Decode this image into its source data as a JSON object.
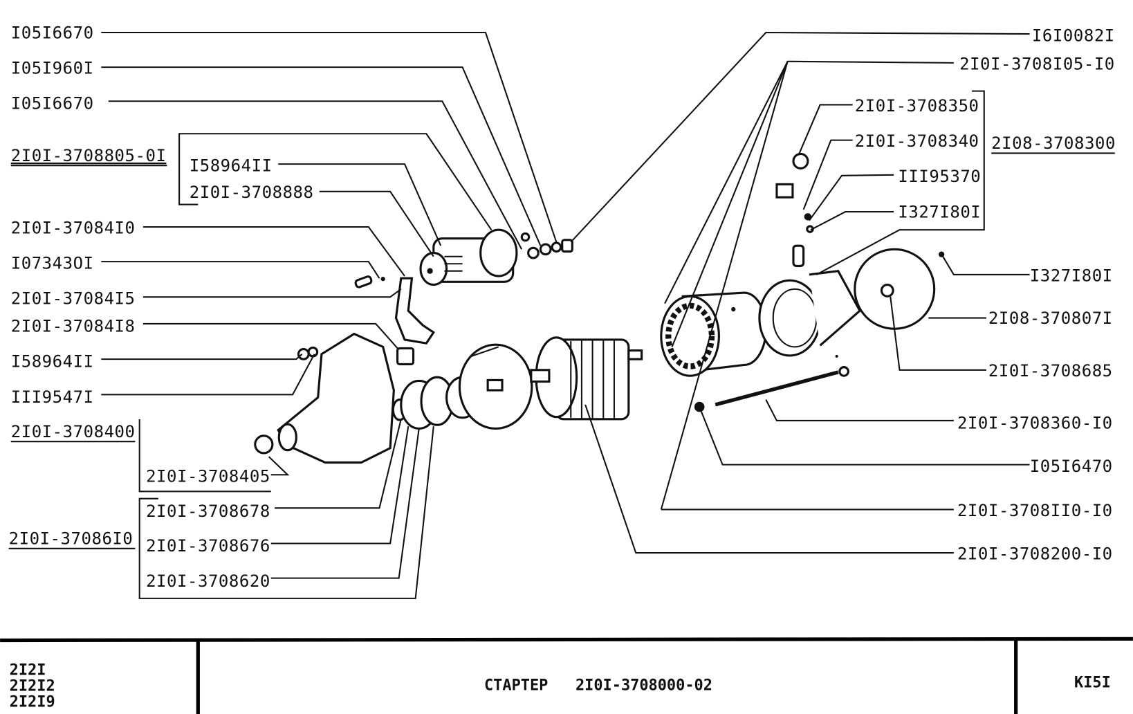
{
  "diagram": {
    "left_labels": {
      "l1": "I05I6670",
      "l2": "I05I960I",
      "l3": "I05I6670",
      "assembly_solenoid": "2I0I-3708805-0I",
      "l4": "I58964II",
      "l5": "2I0I-3708888",
      "l6": "2I0I-37084I0",
      "l7": "I07343OI",
      "l8": "2I0I-37084I5",
      "l9": "2I0I-37084I8",
      "l10": "I58964II",
      "l11": "III9547I",
      "assembly_drive_cover": "2I0I-3708400",
      "l12": "2I0I-3708405",
      "assembly_drive": "2I0I-37086I0",
      "l13": "2I0I-3708678",
      "l14": "2I0I-3708676",
      "l15": "2I0I-3708620"
    },
    "right_labels": {
      "r1": "I6I0082I",
      "r2": "2I0I-3708I05-I0",
      "r3": "2I0I-3708350",
      "r4": "2I0I-3708340",
      "assembly_brush_holder": "2I08-3708300",
      "r5": "III95370",
      "r6": "I327I80I",
      "r7": "I327I80I",
      "r8": "2I08-370807I",
      "r9": "2I0I-3708685",
      "r10": "2I0I-3708360-I0",
      "r11": "I05I6470",
      "r12": "2I0I-3708II0-I0",
      "r13": "2I0I-3708200-I0"
    }
  },
  "title_block": {
    "models": [
      "2I2I",
      "2I2I2",
      "2I2I9"
    ],
    "title": "СТАРТЕР   2I0I-3708000-02",
    "sheet": "KI5I"
  }
}
